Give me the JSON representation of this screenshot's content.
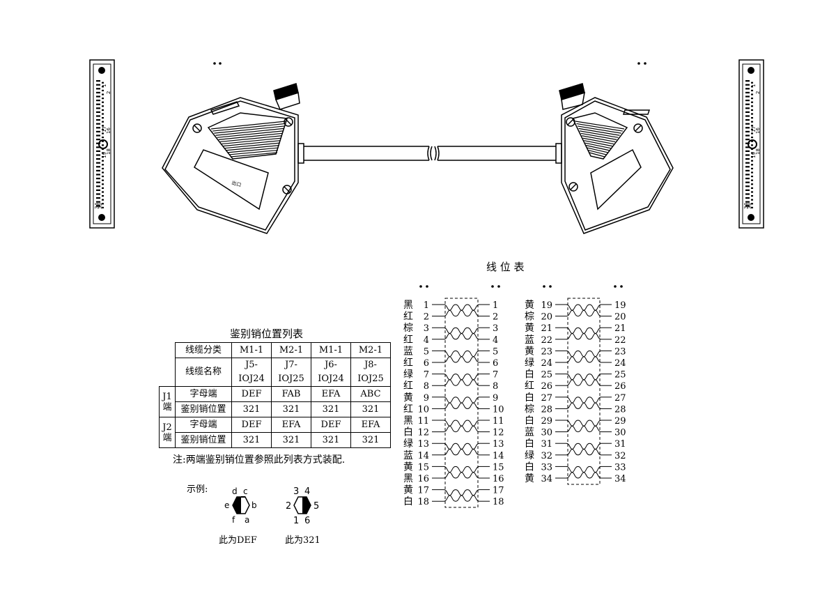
{
  "connector_ticks": {
    "left": {
      "top": "1",
      "top2": "2",
      "row17": "17",
      "row16": "16",
      "row19": "19",
      "row18": "18",
      "row33": "33",
      "row34": "34"
    },
    "right": {
      "top": "1",
      "top2": "2",
      "row17": "17",
      "row16": "16",
      "row19": "19",
      "row18": "18",
      "row33": "33",
      "row34": "34"
    }
  },
  "cable_marking": "出口",
  "wiring_title": "线 位 表",
  "wiring_left_block": [
    {
      "color": "黑",
      "pin": "1"
    },
    {
      "color": "红",
      "pin": "2"
    },
    {
      "color": "棕",
      "pin": "3"
    },
    {
      "color": "红",
      "pin": "4"
    },
    {
      "color": "蓝",
      "pin": "5"
    },
    {
      "color": "红",
      "pin": "6"
    },
    {
      "color": "绿",
      "pin": "7"
    },
    {
      "color": "红",
      "pin": "8"
    },
    {
      "color": "黄",
      "pin": "9"
    },
    {
      "color": "红",
      "pin": "10"
    },
    {
      "color": "黑",
      "pin": "11"
    },
    {
      "color": "白",
      "pin": "12"
    },
    {
      "color": "绿",
      "pin": "13"
    },
    {
      "color": "蓝",
      "pin": "14"
    },
    {
      "color": "黄",
      "pin": "15"
    },
    {
      "color": "黑",
      "pin": "16"
    },
    {
      "color": "黄",
      "pin": "17"
    },
    {
      "color": "白",
      "pin": "18"
    }
  ],
  "wiring_right_block": [
    {
      "color": "黄",
      "pin": "19"
    },
    {
      "color": "棕",
      "pin": "20"
    },
    {
      "color": "黄",
      "pin": "21"
    },
    {
      "color": "蓝",
      "pin": "22"
    },
    {
      "color": "黄",
      "pin": "23"
    },
    {
      "color": "绿",
      "pin": "24"
    },
    {
      "color": "白",
      "pin": "25"
    },
    {
      "color": "红",
      "pin": "26"
    },
    {
      "color": "白",
      "pin": "27"
    },
    {
      "color": "棕",
      "pin": "28"
    },
    {
      "color": "白",
      "pin": "29"
    },
    {
      "color": "蓝",
      "pin": "30"
    },
    {
      "color": "白",
      "pin": "31"
    },
    {
      "color": "绿",
      "pin": "32"
    },
    {
      "color": "白",
      "pin": "33"
    },
    {
      "color": "黄",
      "pin": "34"
    }
  ],
  "position_table": {
    "title": "鉴别销位置列表",
    "header_row1_label": "线缆分类",
    "header_row2_label": "线缆名称",
    "cable_types": [
      "M1-1",
      "M2-1",
      "M1-1",
      "M2-1"
    ],
    "cable_names": [
      "J5-IOJ24",
      "J7-IOJ25",
      "J6-IOJ24",
      "J8-IOJ25"
    ],
    "j1_label": "J1端",
    "j2_label": "J2端",
    "letter_end_label": "字母端",
    "key_pos_label": "鉴别销位置",
    "j1_letters": [
      "DEF",
      "FAB",
      "EFA",
      "ABC"
    ],
    "j1_positions": [
      "321",
      "321",
      "321",
      "321"
    ],
    "j2_letters": [
      "DEF",
      "EFA",
      "DEF",
      "EFA"
    ],
    "j2_positions": [
      "321",
      "321",
      "321",
      "321"
    ]
  },
  "note": "注:两端鉴别销位置参照此列表方式装配.",
  "example": {
    "label": "示例:",
    "letters_caption": "此为DEF",
    "numbers_caption": "此为321",
    "hex_letters": {
      "d": "d",
      "c": "c",
      "e": "e",
      "b": "b",
      "f": "f",
      "a": "a"
    },
    "hex_numbers": {
      "n3": "3",
      "n4": "4",
      "n2": "2",
      "n5": "5",
      "n1": "1",
      "n6": "6"
    }
  }
}
